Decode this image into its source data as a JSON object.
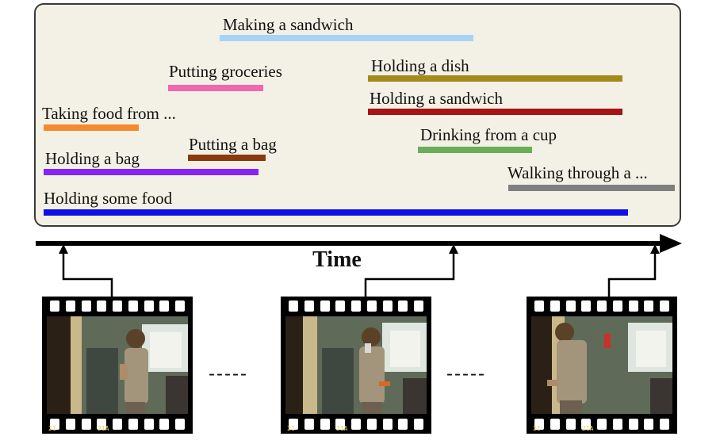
{
  "activities": [
    {
      "label": "Making a sandwich",
      "color": "#a9d3f5"
    },
    {
      "label": "Putting groceries",
      "color": "#f266ad"
    },
    {
      "label": "Holding a dish",
      "color": "#a5891a"
    },
    {
      "label": "Holding a sandwich",
      "color": "#a81314"
    },
    {
      "label": "Taking food from ...",
      "color": "#f68a2b"
    },
    {
      "label": "Drinking from a cup",
      "color": "#6aad57"
    },
    {
      "label": "Putting a bag",
      "color": "#8b3a0c"
    },
    {
      "label": "Holding a bag",
      "color": "#8624f5"
    },
    {
      "label": "Walking through a ...",
      "color": "#7f7f7f"
    },
    {
      "label": "Holding some food",
      "color": "#1010e6"
    }
  ],
  "axis": {
    "label": "Time"
  },
  "frames": [
    {
      "num_left": "21",
      "num_mid": "21A"
    },
    {
      "num_left": "21",
      "num_mid": "21A"
    },
    {
      "num_left": "21",
      "num_mid": "21A"
    }
  ],
  "separators": [
    "-----",
    "-----"
  ]
}
